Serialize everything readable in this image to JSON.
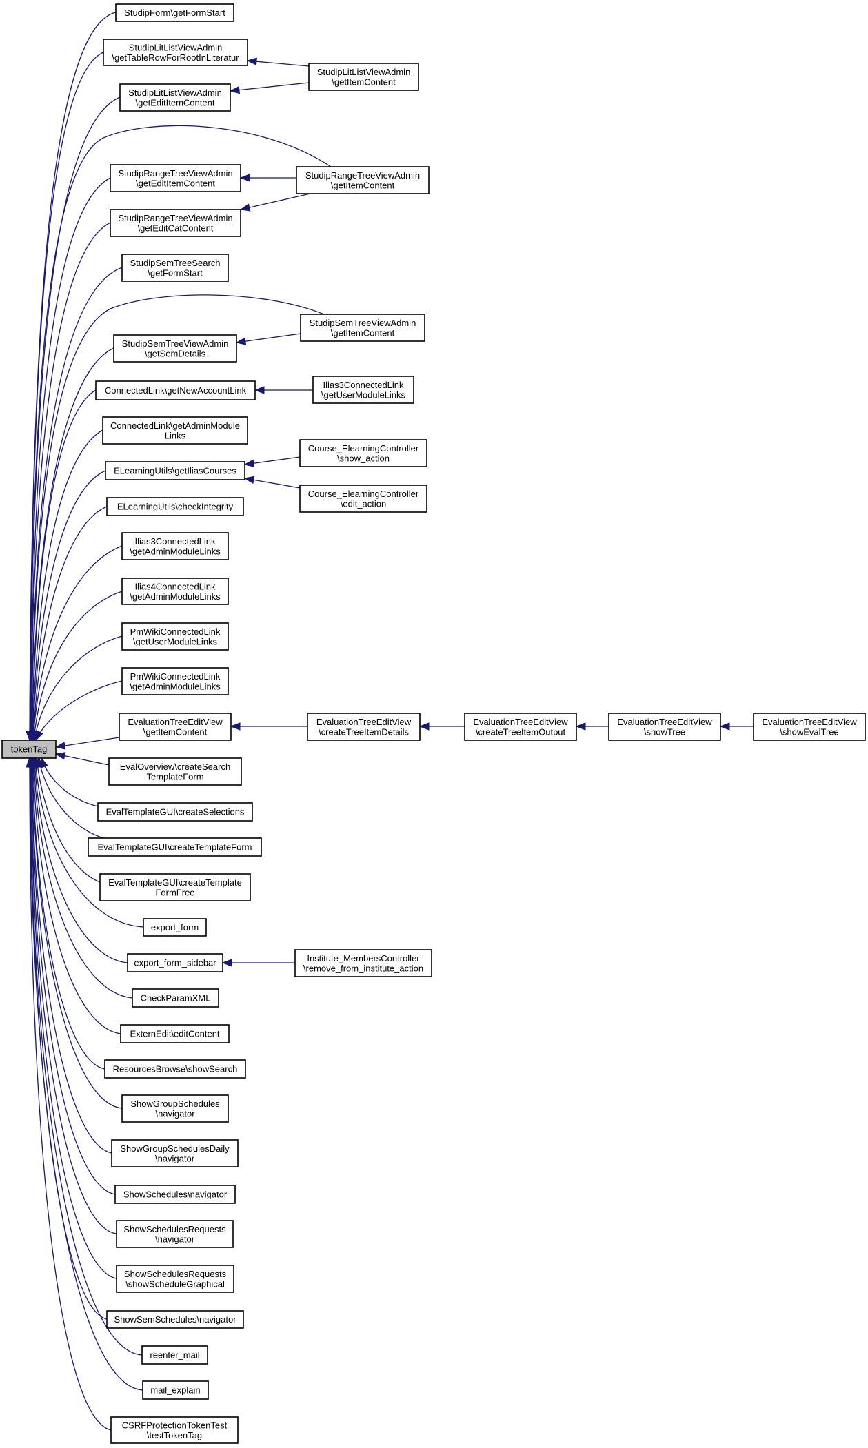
{
  "diagram": {
    "type": "call-graph",
    "root": "tokenTag",
    "nodes": [
      {
        "id": "root",
        "lines": [
          "tokenTag"
        ]
      },
      {
        "id": "n1",
        "lines": [
          "StudipForm\\getFormStart"
        ]
      },
      {
        "id": "n2",
        "lines": [
          "StudipLitListViewAdmin",
          "\\getTableRowForRootInLiteratur"
        ]
      },
      {
        "id": "n3",
        "lines": [
          "StudipLitListViewAdmin",
          "\\getEditItemContent"
        ]
      },
      {
        "id": "n4",
        "lines": [
          "StudipRangeTreeViewAdmin",
          "\\getEditItemContent"
        ]
      },
      {
        "id": "n5",
        "lines": [
          "StudipRangeTreeViewAdmin",
          "\\getEditCatContent"
        ]
      },
      {
        "id": "n6",
        "lines": [
          "StudipSemTreeSearch",
          "\\getFormStart"
        ]
      },
      {
        "id": "n7",
        "lines": [
          "StudipSemTreeViewAdmin",
          "\\getSemDetails"
        ]
      },
      {
        "id": "n8",
        "lines": [
          "ConnectedLink\\getNewAccountLink"
        ]
      },
      {
        "id": "n9",
        "lines": [
          "ConnectedLink\\getAdminModule",
          "Links"
        ]
      },
      {
        "id": "n10",
        "lines": [
          "ELearningUtils\\getIliasCourses"
        ]
      },
      {
        "id": "n11",
        "lines": [
          "ELearningUtils\\checkIntegrity"
        ]
      },
      {
        "id": "n12",
        "lines": [
          "Ilias3ConnectedLink",
          "\\getAdminModuleLinks"
        ]
      },
      {
        "id": "n13",
        "lines": [
          "Ilias4ConnectedLink",
          "\\getAdminModuleLinks"
        ]
      },
      {
        "id": "n14",
        "lines": [
          "PmWikiConnectedLink",
          "\\getUserModuleLinks"
        ]
      },
      {
        "id": "n15",
        "lines": [
          "PmWikiConnectedLink",
          "\\getAdminModuleLinks"
        ]
      },
      {
        "id": "n16",
        "lines": [
          "EvaluationTreeEditView",
          "\\getItemContent"
        ]
      },
      {
        "id": "n17",
        "lines": [
          "EvalOverview\\createSearch",
          "TemplateForm"
        ]
      },
      {
        "id": "n18",
        "lines": [
          "EvalTemplateGUI\\createSelections"
        ]
      },
      {
        "id": "n19",
        "lines": [
          "EvalTemplateGUI\\createTemplateForm"
        ]
      },
      {
        "id": "n20",
        "lines": [
          "EvalTemplateGUI\\createTemplate",
          "FormFree"
        ]
      },
      {
        "id": "n21",
        "lines": [
          "export_form"
        ]
      },
      {
        "id": "n22",
        "lines": [
          "export_form_sidebar"
        ]
      },
      {
        "id": "n23",
        "lines": [
          "CheckParamXML"
        ]
      },
      {
        "id": "n24",
        "lines": [
          "ExternEdit\\editContent"
        ]
      },
      {
        "id": "n25",
        "lines": [
          "ResourcesBrowse\\showSearch"
        ]
      },
      {
        "id": "n26",
        "lines": [
          "ShowGroupSchedules",
          "\\navigator"
        ]
      },
      {
        "id": "n27",
        "lines": [
          "ShowGroupSchedulesDaily",
          "\\navigator"
        ]
      },
      {
        "id": "n28",
        "lines": [
          "ShowSchedules\\navigator"
        ]
      },
      {
        "id": "n29",
        "lines": [
          "ShowSchedulesRequests",
          "\\navigator"
        ]
      },
      {
        "id": "n30",
        "lines": [
          "ShowSchedulesRequests",
          "\\showScheduleGraphical"
        ]
      },
      {
        "id": "n31",
        "lines": [
          "ShowSemSchedules\\navigator"
        ]
      },
      {
        "id": "n32",
        "lines": [
          "reenter_mail"
        ]
      },
      {
        "id": "n33",
        "lines": [
          "mail_explain"
        ]
      },
      {
        "id": "n34",
        "lines": [
          "CSRFProtectionTokenTest",
          "\\testTokenTag"
        ]
      },
      {
        "id": "s1",
        "lines": [
          "StudipLitListViewAdmin",
          "\\getItemContent"
        ]
      },
      {
        "id": "s2",
        "lines": [
          "StudipRangeTreeViewAdmin",
          "\\getItemContent"
        ]
      },
      {
        "id": "s3",
        "lines": [
          "StudipSemTreeViewAdmin",
          "\\getItemContent"
        ]
      },
      {
        "id": "s4",
        "lines": [
          "Ilias3ConnectedLink",
          "\\getUserModuleLinks"
        ]
      },
      {
        "id": "s5",
        "lines": [
          "Course_ElearningController",
          "\\show_action"
        ]
      },
      {
        "id": "s6",
        "lines": [
          "Course_ElearningController",
          "\\edit_action"
        ]
      },
      {
        "id": "e1",
        "lines": [
          "EvaluationTreeEditView",
          "\\createTreeItemDetails"
        ]
      },
      {
        "id": "e2",
        "lines": [
          "EvaluationTreeEditView",
          "\\createTreeItemOutput"
        ]
      },
      {
        "id": "e3",
        "lines": [
          "EvaluationTreeEditView",
          "\\showTree"
        ]
      },
      {
        "id": "e4",
        "lines": [
          "EvaluationTreeEditView",
          "\\showEvalTree"
        ]
      },
      {
        "id": "x1",
        "lines": [
          "Institute_MembersController",
          "\\remove_from_institute_action"
        ]
      }
    ],
    "edges": [
      {
        "from": "n1",
        "to": "root"
      },
      {
        "from": "n2",
        "to": "root"
      },
      {
        "from": "n3",
        "to": "root"
      },
      {
        "from": "s2",
        "to": "root"
      },
      {
        "from": "n4",
        "to": "root"
      },
      {
        "from": "n5",
        "to": "root"
      },
      {
        "from": "n6",
        "to": "root"
      },
      {
        "from": "s3",
        "to": "root"
      },
      {
        "from": "n7",
        "to": "root"
      },
      {
        "from": "n8",
        "to": "root"
      },
      {
        "from": "n9",
        "to": "root"
      },
      {
        "from": "n10",
        "to": "root"
      },
      {
        "from": "n11",
        "to": "root"
      },
      {
        "from": "n12",
        "to": "root"
      },
      {
        "from": "n13",
        "to": "root"
      },
      {
        "from": "n14",
        "to": "root"
      },
      {
        "from": "n15",
        "to": "root"
      },
      {
        "from": "n16",
        "to": "root"
      },
      {
        "from": "n17",
        "to": "root"
      },
      {
        "from": "n18",
        "to": "root"
      },
      {
        "from": "n19",
        "to": "root"
      },
      {
        "from": "n20",
        "to": "root"
      },
      {
        "from": "n21",
        "to": "root"
      },
      {
        "from": "n22",
        "to": "root"
      },
      {
        "from": "n23",
        "to": "root"
      },
      {
        "from": "n24",
        "to": "root"
      },
      {
        "from": "n25",
        "to": "root"
      },
      {
        "from": "n26",
        "to": "root"
      },
      {
        "from": "n27",
        "to": "root"
      },
      {
        "from": "n28",
        "to": "root"
      },
      {
        "from": "n29",
        "to": "root"
      },
      {
        "from": "n30",
        "to": "root"
      },
      {
        "from": "n31",
        "to": "root"
      },
      {
        "from": "n32",
        "to": "root"
      },
      {
        "from": "n33",
        "to": "root"
      },
      {
        "from": "n34",
        "to": "root"
      },
      {
        "from": "s1",
        "to": "n2"
      },
      {
        "from": "s1",
        "to": "n3"
      },
      {
        "from": "s2",
        "to": "n4"
      },
      {
        "from": "s2",
        "to": "n5"
      },
      {
        "from": "s3",
        "to": "n7"
      },
      {
        "from": "s4",
        "to": "n8"
      },
      {
        "from": "s5",
        "to": "n10"
      },
      {
        "from": "s6",
        "to": "n10"
      },
      {
        "from": "e1",
        "to": "n16"
      },
      {
        "from": "e2",
        "to": "e1"
      },
      {
        "from": "e3",
        "to": "e2"
      },
      {
        "from": "e4",
        "to": "e3"
      },
      {
        "from": "x1",
        "to": "n22"
      }
    ]
  },
  "colors": {
    "edge": "#191970",
    "node_border": "#000000",
    "node_fill": "#ffffff",
    "root_fill": "#bfbfbf"
  }
}
